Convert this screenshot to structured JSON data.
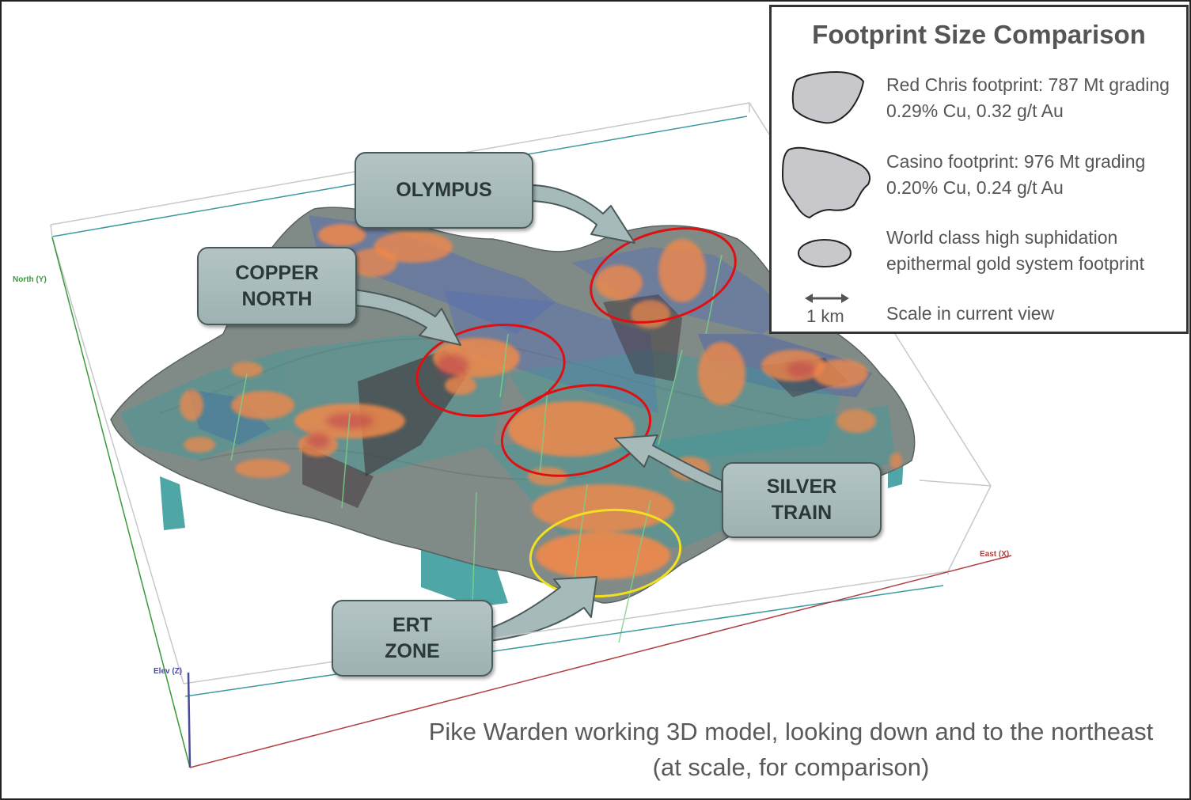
{
  "callouts": {
    "olympus": "OLYMPUS",
    "copper_north": "COPPER\nNORTH",
    "silver_train": "SILVER\nTRAIN",
    "ert_zone": "ERT\nZONE"
  },
  "axes": {
    "north": "North (Y)",
    "east": "East (X)",
    "elev": "Elev (Z)"
  },
  "legend": {
    "title": "Footprint Size Comparison",
    "items": [
      {
        "symbol": "red-chris-footprint-shape",
        "text": "Red Chris footprint: 787 Mt grading\n0.29% Cu, 0.32 g/t Au"
      },
      {
        "symbol": "casino-footprint-shape",
        "text": "Casino footprint: 976 Mt grading\n0.20% Cu, 0.24 g/t Au"
      },
      {
        "symbol": "epithermal-footprint-ellipse",
        "text": "World class high suphidation\nepithermal gold system footprint"
      },
      {
        "symbol": "double-arrow-scale",
        "text": "Scale in current view"
      }
    ],
    "scale_label": "1 km"
  },
  "caption": "Pike Warden working 3D model, looking down and to the northeast\n(at scale, for comparison)",
  "colors": {
    "terrain": "#7f8a86",
    "anomaly": "#f0884a",
    "section_plane": "#5a70b0",
    "teal_wall": "#3b9c9c",
    "target_red": "#e01010",
    "target_yellow": "#f0e020",
    "callout_fill": "#a8baba"
  }
}
